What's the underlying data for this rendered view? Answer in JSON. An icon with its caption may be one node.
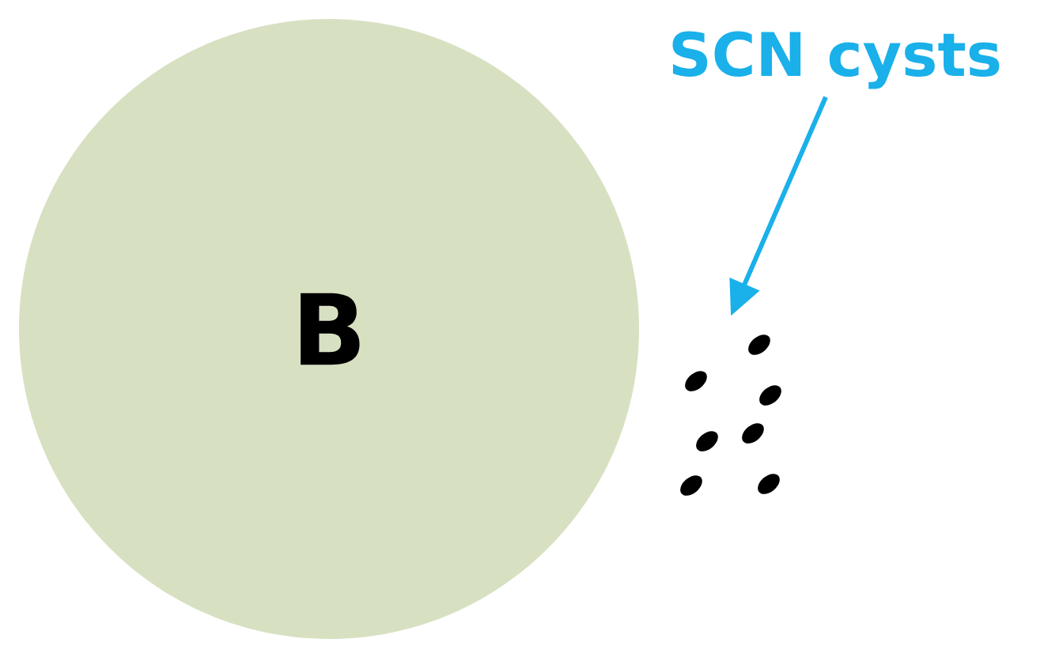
{
  "diagram": {
    "nodes": [
      {
        "text": [
          "B"
        ]
      },
      {
        "text": [
          "SCN cysts"
        ]
      },
      {
        "text": [],
        "shape": "picture"
      }
    ],
    "edges": [
      {
        "from": 1,
        "to": 2,
        "arrow": "to",
        "color": "#1ab0ea"
      }
    ]
  }
}
